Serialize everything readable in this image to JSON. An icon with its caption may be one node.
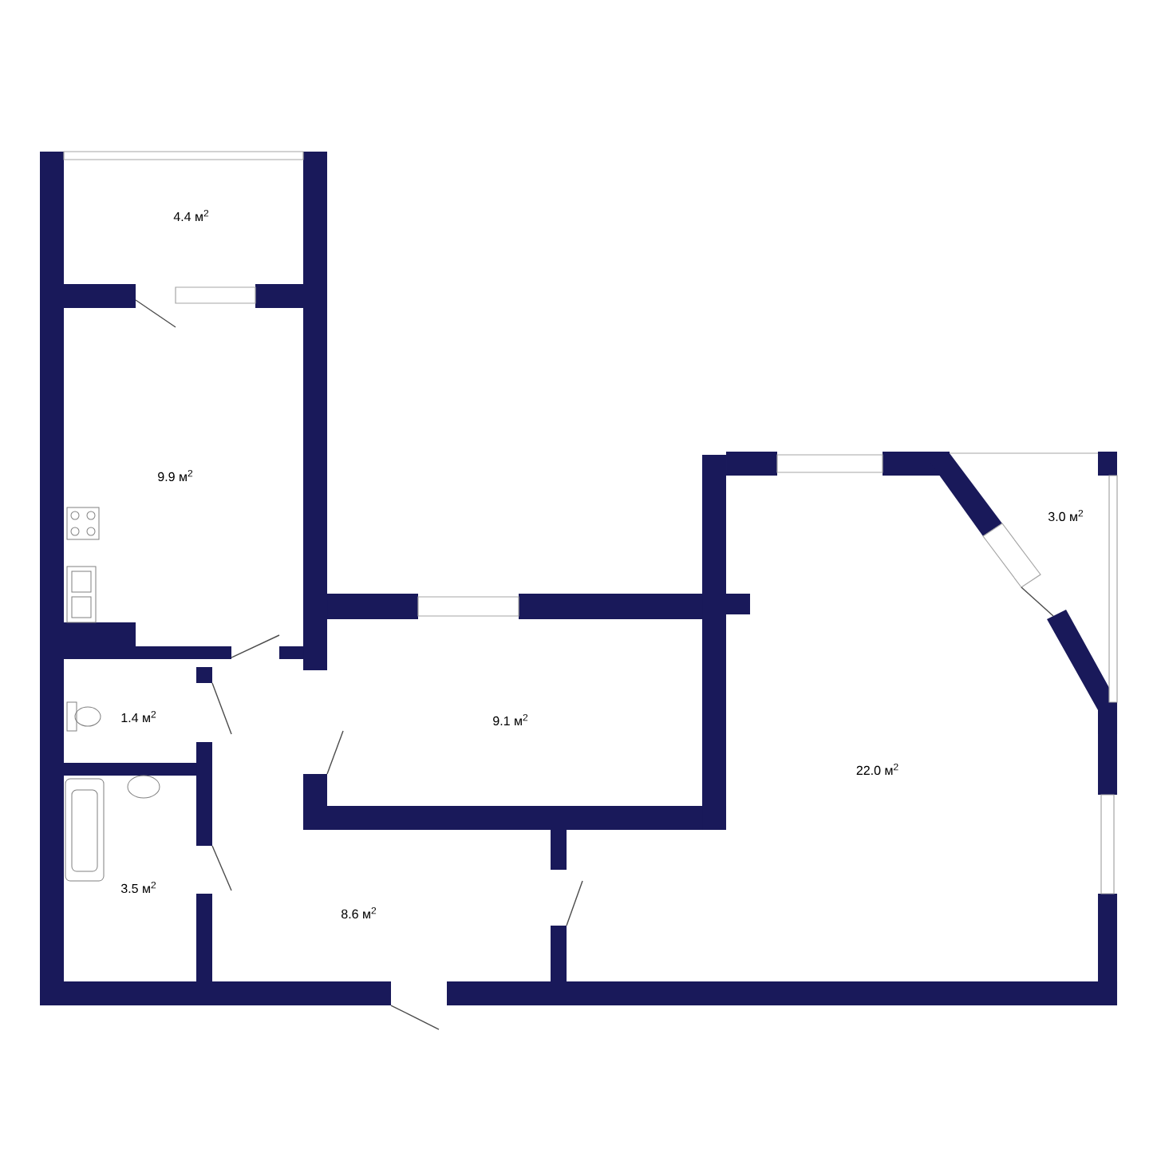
{
  "diagram": {
    "labels": [
      "4.4 м$^{2}$",
      "9.9 м$^{2}$",
      "1.4 м$^{2}$",
      "3.5 м$^{2}$",
      "9.1 м$^{2}$",
      "8.6 м$^{2}$",
      "22.0 м$^{2}$",
      "3.0 м$^{2}$"
    ]
  }
}
